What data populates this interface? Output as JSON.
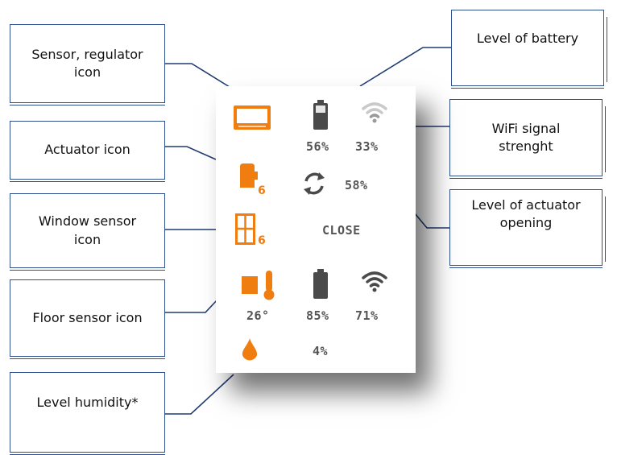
{
  "callouts": {
    "sensor_regulator": "Sensor, regulator\nicon",
    "actuator": "Actuator icon",
    "window_sensor": "Window sensor\nicon",
    "floor_sensor": "Floor sensor icon",
    "humidity": "Level humidity*",
    "battery": "Level of battery",
    "wifi": "WiFi signal\nstrenght",
    "actuator_opening": "Level of actuator\nopening"
  },
  "panel": {
    "row1": {
      "battery": "56%",
      "wifi": "33%"
    },
    "row2": {
      "actuator_number": "6",
      "opening": "58%"
    },
    "row3": {
      "window_number": "6",
      "state": "CLOSE"
    },
    "row4": {
      "temperature": "26°",
      "battery": "85%",
      "wifi": "71%"
    },
    "row5": {
      "humidity": "4%"
    }
  },
  "colors": {
    "accent_orange": "#f07d0f",
    "icon_gray": "#4a4a4a",
    "text_gray": "#555555",
    "border_blue": "#2f4f8f"
  }
}
